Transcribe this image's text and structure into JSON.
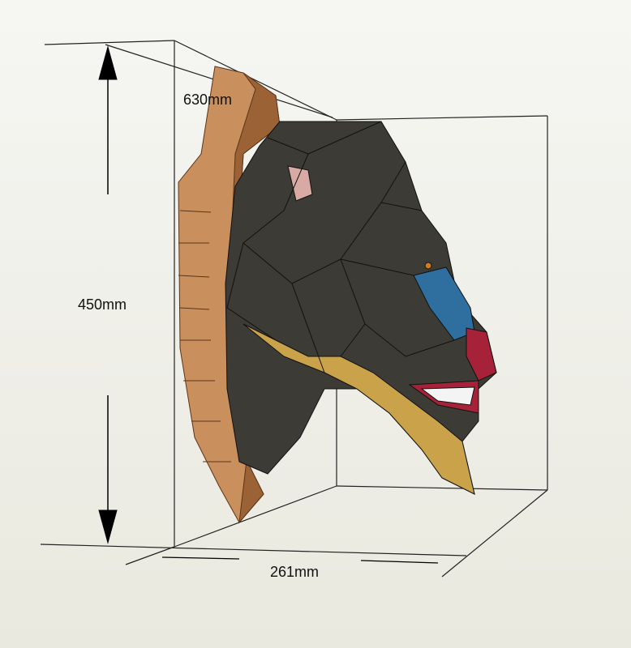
{
  "dimensions": {
    "depth": "630mm",
    "height": "450mm",
    "width": "261mm"
  },
  "colors": {
    "wood_light": "#c98f5c",
    "wood_dark": "#9b6236",
    "fur_dark": "#3c3b36",
    "fur_yellow": "#c9a24a",
    "nose_red": "#a52238",
    "cheek_blue": "#2f6f9f"
  }
}
